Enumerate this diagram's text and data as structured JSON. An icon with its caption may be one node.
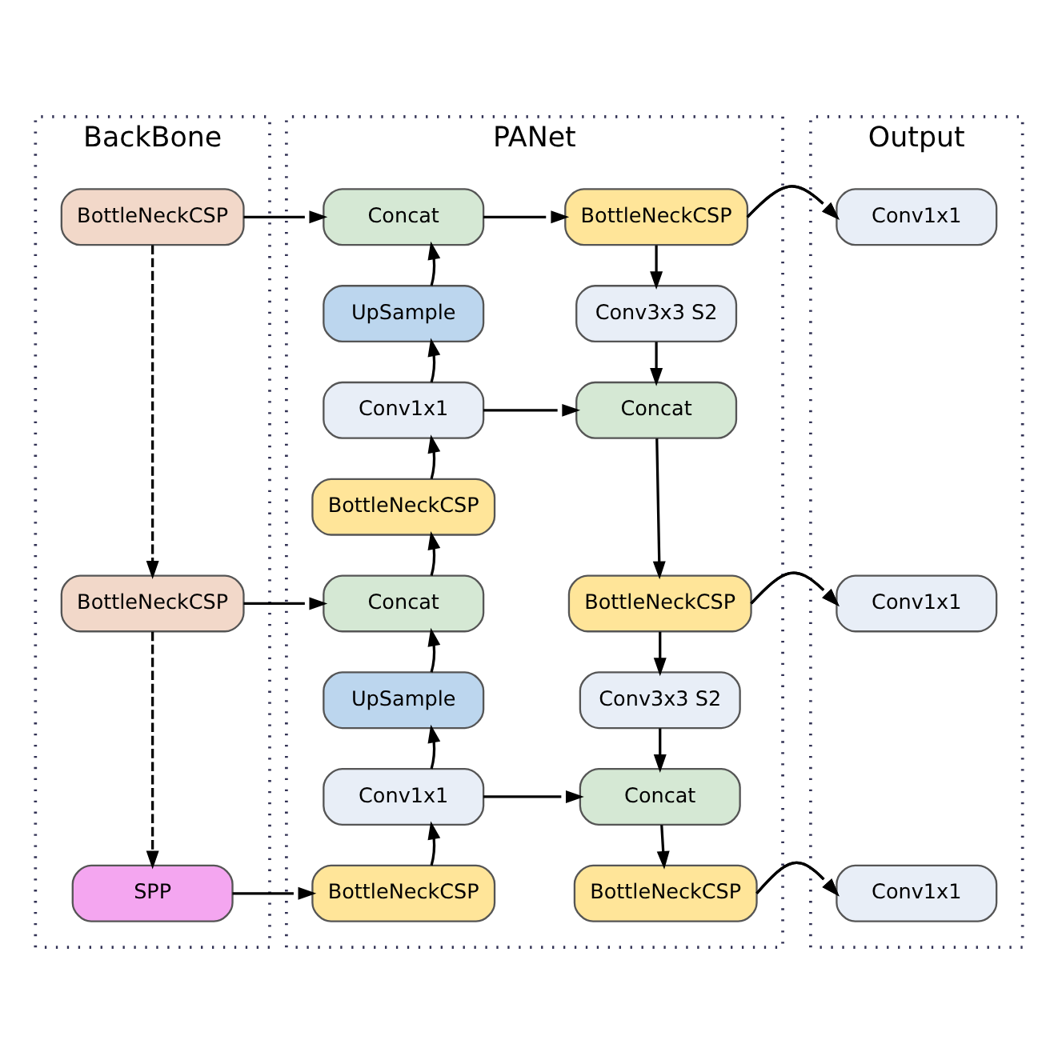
{
  "diagram": {
    "nodes": [
      {
        "text": [
          "BackBone"
        ]
      },
      {
        "text": [
          "PANet"
        ]
      },
      {
        "text": [
          "Output"
        ]
      },
      {
        "text": [
          "BottleNeckCSP"
        ],
        "in": 0
      },
      {
        "text": [
          "BottleNeckCSP"
        ],
        "in": 0
      },
      {
        "text": [
          "SPP"
        ],
        "in": 0
      },
      {
        "text": [
          "Concat"
        ],
        "in": 1
      },
      {
        "text": [
          "UpSample"
        ],
        "in": 1
      },
      {
        "text": [
          "Conv1x1"
        ],
        "in": 1
      },
      {
        "text": [
          "BottleNeckCSP"
        ],
        "in": 1
      },
      {
        "text": [
          "Concat"
        ],
        "in": 1
      },
      {
        "text": [
          "UpSample"
        ],
        "in": 1
      },
      {
        "text": [
          "Conv1x1"
        ],
        "in": 1
      },
      {
        "text": [
          "BottleNeckCSP"
        ],
        "in": 1
      },
      {
        "text": [
          "BottleNeckCSP"
        ],
        "in": 1
      },
      {
        "text": [
          "Conv3x3 S2"
        ],
        "in": 1
      },
      {
        "text": [
          "Concat"
        ],
        "in": 1
      },
      {
        "text": [
          "BottleNeckCSP"
        ],
        "in": 1
      },
      {
        "text": [
          "Conv3x3 S2"
        ],
        "in": 1
      },
      {
        "text": [
          "Concat"
        ],
        "in": 1
      },
      {
        "text": [
          "BottleNeckCSP"
        ],
        "in": 1
      },
      {
        "text": [
          "Conv1x1"
        ],
        "in": 2
      },
      {
        "text": [
          "Conv1x1"
        ],
        "in": 2
      },
      {
        "text": [
          "Conv1x1"
        ],
        "in": 2
      }
    ],
    "edges": [
      {
        "from": 3,
        "to": 6,
        "arrow": "to"
      },
      {
        "from": 3,
        "to": 4,
        "arrow": "to",
        "style": "dashed"
      },
      {
        "from": 4,
        "to": 5,
        "arrow": "to",
        "style": "dashed"
      },
      {
        "from": 4,
        "to": 10,
        "arrow": "to"
      },
      {
        "from": 5,
        "to": 13,
        "arrow": "to"
      },
      {
        "from": 13,
        "to": 12,
        "arrow": "to"
      },
      {
        "from": 12,
        "to": 11,
        "arrow": "to"
      },
      {
        "from": 11,
        "to": 10,
        "arrow": "to"
      },
      {
        "from": 10,
        "to": 9,
        "arrow": "to"
      },
      {
        "from": 9,
        "to": 8,
        "arrow": "to"
      },
      {
        "from": 8,
        "to": 7,
        "arrow": "to"
      },
      {
        "from": 7,
        "to": 6,
        "arrow": "to"
      },
      {
        "from": 6,
        "to": 14,
        "arrow": "to"
      },
      {
        "from": 14,
        "to": 15,
        "arrow": "to"
      },
      {
        "from": 15,
        "to": 16,
        "arrow": "to"
      },
      {
        "from": 8,
        "to": 16,
        "arrow": "to"
      },
      {
        "from": 16,
        "to": 17,
        "arrow": "to"
      },
      {
        "from": 17,
        "to": 18,
        "arrow": "to"
      },
      {
        "from": 18,
        "to": 19,
        "arrow": "to"
      },
      {
        "from": 12,
        "to": 19,
        "arrow": "to"
      },
      {
        "from": 19,
        "to": 20,
        "arrow": "to"
      },
      {
        "from": 14,
        "to": 21,
        "arrow": "to"
      },
      {
        "from": 17,
        "to": 22,
        "arrow": "to"
      },
      {
        "from": 20,
        "to": 23,
        "arrow": "to"
      }
    ]
  }
}
